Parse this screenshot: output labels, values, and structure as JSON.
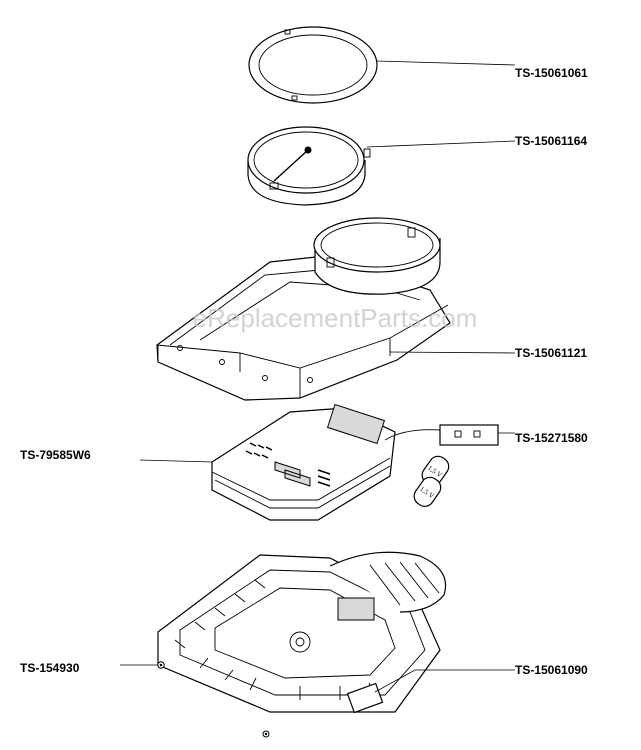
{
  "watermark": "eReplacementParts.com",
  "parts": [
    {
      "label": "TS-15061061"
    },
    {
      "label": "TS-15061164"
    },
    {
      "label": "TS-15061121"
    },
    {
      "label": "TS-15271580"
    },
    {
      "label": "TS-79585W6"
    },
    {
      "label": "TS-154930"
    },
    {
      "label": "TS-15061090"
    }
  ],
  "battery_marking": "1,5 V"
}
